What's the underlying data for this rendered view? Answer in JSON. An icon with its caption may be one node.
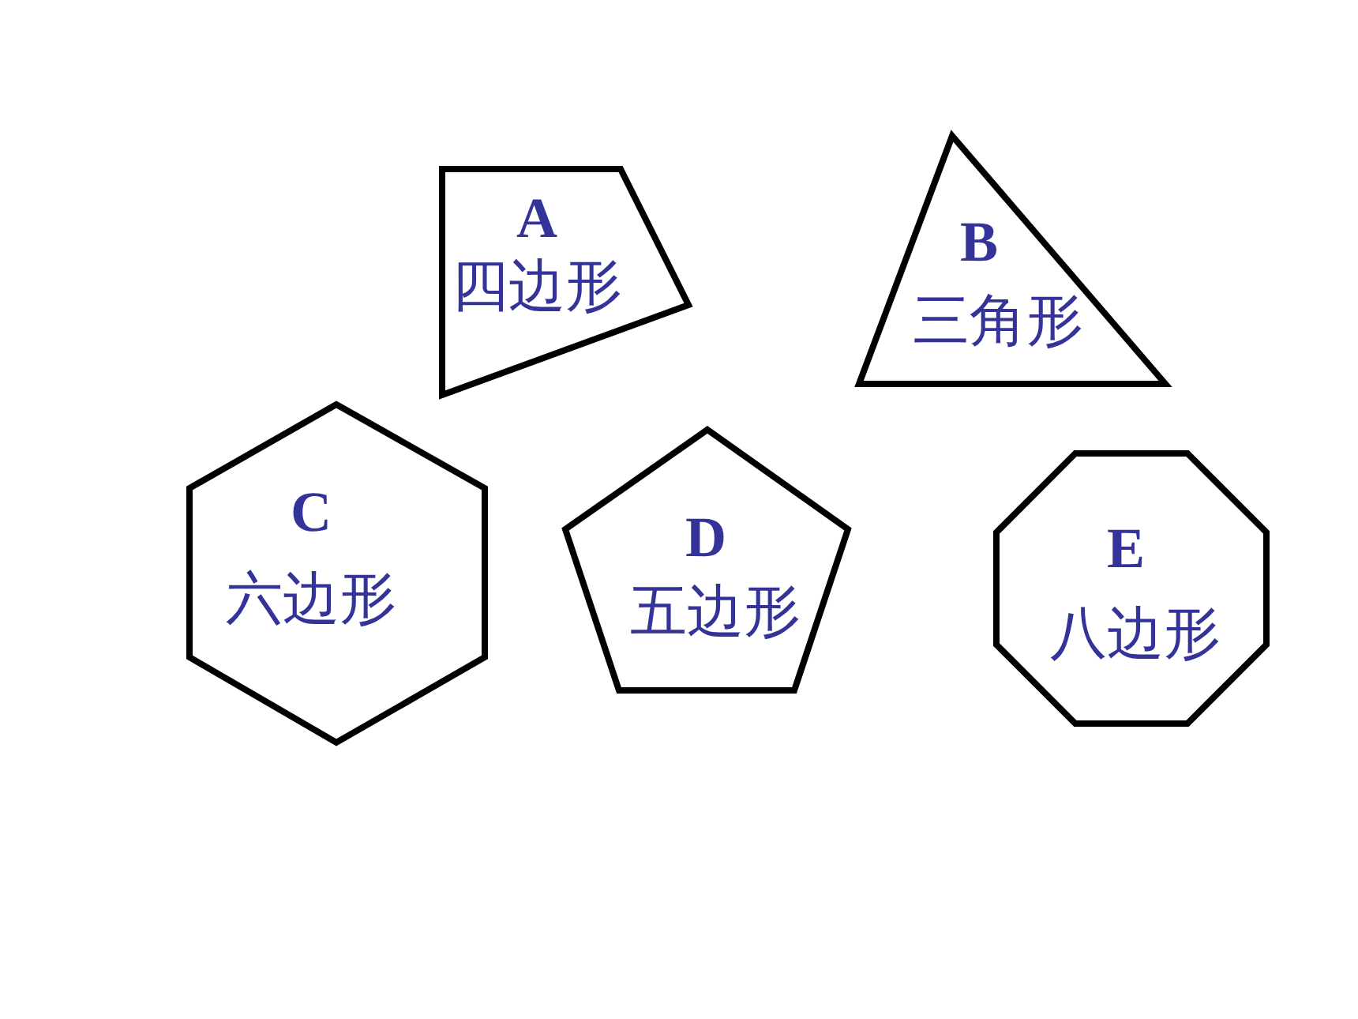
{
  "diagram": {
    "nodes": [
      {
        "text": [
          "A",
          "四边形"
        ]
      },
      {
        "text": [
          "B",
          "三角形"
        ]
      },
      {
        "text": [
          "C",
          "六边形"
        ]
      },
      {
        "text": [
          "D",
          "五边形"
        ]
      },
      {
        "text": [
          "E",
          "八边形"
        ]
      }
    ]
  }
}
